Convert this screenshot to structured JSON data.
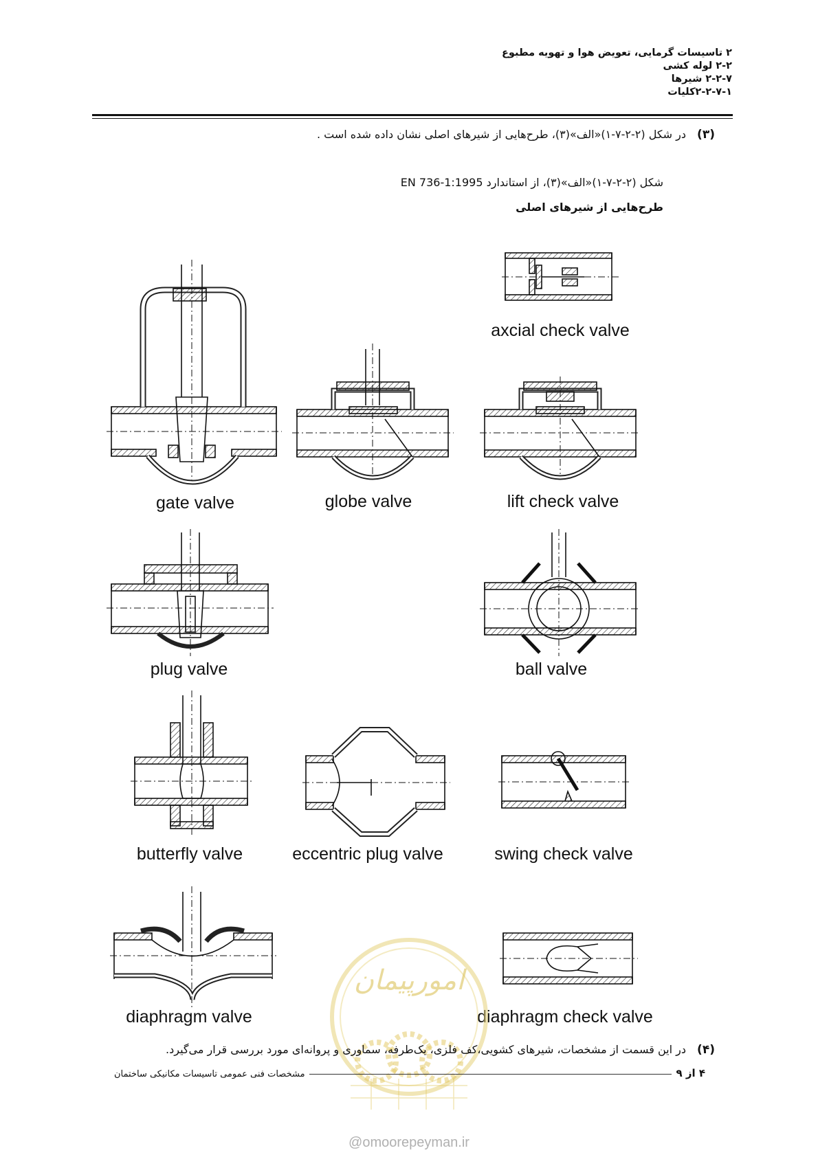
{
  "header": {
    "line1": "۲ تاسیسات گرمایی، تعویض هوا و تهویه مطبوع",
    "line2": "۲-۲ لوله کشی",
    "line3": "۲-۲-۷ شیرها",
    "line4": "۲-۲-۷-۱کلیات"
  },
  "paragraph3": {
    "number": "(۳)",
    "text": "در شکل (۲-۲-۷-۱)«الف»(۳)، طرح‌هایی از شیرهای اصلی نشان داده شده است ."
  },
  "figure": {
    "caption_line1": "شکل (۲-۲-۷-۱)«الف»(۳)، از استاندارد EN 736-1:1995",
    "caption_line2": "طرح‌هایی از شیرهای اصلی",
    "valves": [
      "axcial check valve",
      "gate valve",
      "globe valve",
      "lift check valve",
      "plug valve",
      "ball valve",
      "butterfly valve",
      "eccentric plug valve",
      "swing check valve",
      "diaphragm valve",
      "diaphragm check valve"
    ]
  },
  "paragraph4": {
    "number": "(۴)",
    "text": "در این قسمت از مشخصات، شیرهای کشویی،کف فلزی، یک‌طرفه، سماوری و پروانه‌ای مورد بررسی قرار می‌گیرد."
  },
  "footer": {
    "title": "مشخصات فنی عمومی تاسیسات مکانیکی ساختمان",
    "page": "۴ از ۹"
  },
  "watermark": {
    "text": "امورپیمان",
    "url": "omoorepeyman.ir"
  }
}
